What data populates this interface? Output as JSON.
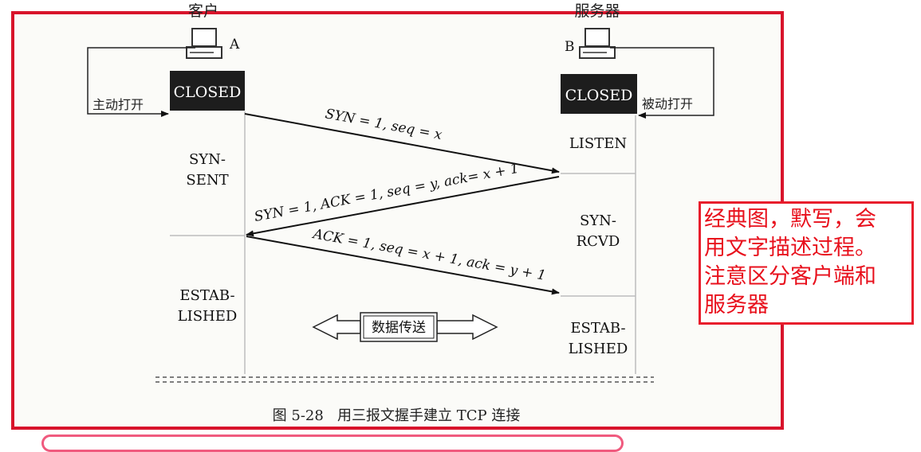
{
  "client": {
    "title": "客户",
    "host": "A",
    "closed": "CLOSED",
    "open": "主动打开"
  },
  "server": {
    "title": "服务器",
    "host": "B",
    "closed": "CLOSED",
    "open": "被动打开"
  },
  "client_states": [
    "SYN-",
    "SENT",
    "ESTAB-",
    "LISHED"
  ],
  "server_states": [
    "LISTEN",
    "SYN-",
    "RCVD",
    "ESTAB-",
    "LISHED"
  ],
  "messages": {
    "syn": "SYN = 1, seq = x",
    "synack": "SYN = 1, ACK = 1, seq = y, ack= x + 1",
    "ack": "ACK = 1, seq = x + 1, ack = y + 1"
  },
  "transfer": "数据传送",
  "caption": "图 5-28   用三报文握手建立 TCP 连接",
  "note": [
    "经典图，默写，会",
    "用文字描述过程。",
    "注意区分客户端和",
    "服务器"
  ],
  "colors": {
    "frame": "#d8142b",
    "note_text": "#e8101c",
    "state_box": "#1d1d1d"
  }
}
